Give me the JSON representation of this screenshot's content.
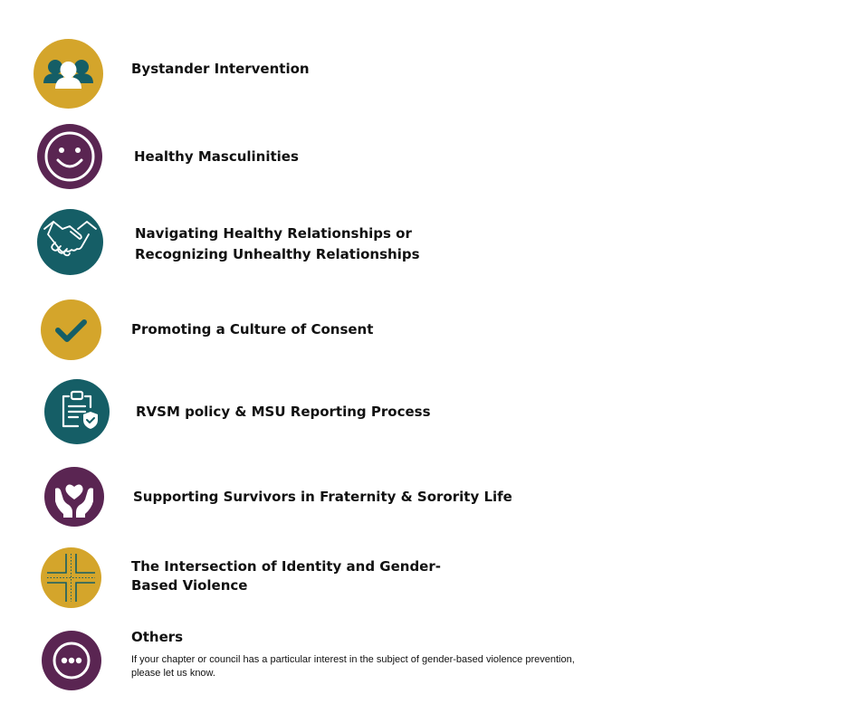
{
  "topics": [
    {
      "label": "Bystander Intervention",
      "icon": "people-icon",
      "color": "#d4a52b"
    },
    {
      "label": "Healthy Masculinities",
      "icon": "smiley-icon",
      "color": "#5a2552"
    },
    {
      "label_line1": "Navigating Healthy Relationships or",
      "label_line2": "Recognizing Unhealthy Relationships",
      "icon": "handshake-icon",
      "color": "#155e66"
    },
    {
      "label": "Promoting a Culture of Consent",
      "icon": "checkmark-icon",
      "color": "#d4a52b"
    },
    {
      "label": "RVSM policy & MSU Reporting Process",
      "icon": "clipboard-shield-icon",
      "color": "#155e66"
    },
    {
      "label": "Supporting Survivors in Fraternity & Sorority Life",
      "icon": "hands-heart-icon",
      "color": "#5a2552"
    },
    {
      "label_line1": "The Intersection of Identity and Gender-",
      "label_line2": "Based Violence",
      "icon": "intersection-icon",
      "color": "#d4a52b"
    },
    {
      "label": "Others",
      "description_line1": "If your chapter or council has a particular interest in the subject of gender-based violence prevention,",
      "description_line2": "please let us know.",
      "icon": "more-dots-icon",
      "color": "#5a2552"
    }
  ]
}
